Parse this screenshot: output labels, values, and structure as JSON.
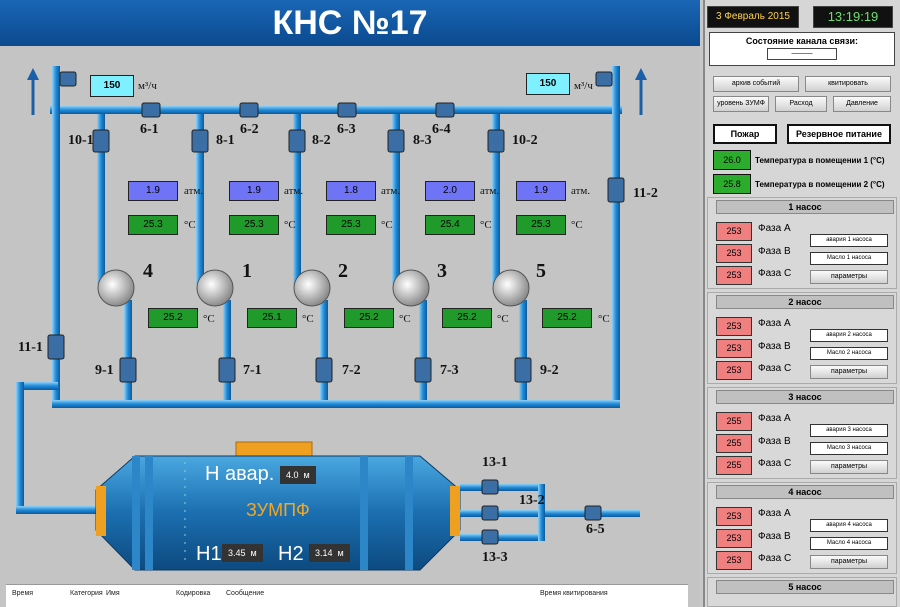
{
  "header": {
    "title": "КНС №17"
  },
  "flow": {
    "left": "150",
    "right": "150",
    "unit": "м³/ч"
  },
  "valves": {
    "v6_1": "6-1",
    "v6_2": "6-2",
    "v6_3": "6-3",
    "v6_4": "6-4",
    "v10_1": "10-1",
    "v8_1": "8-1",
    "v8_2": "8-2",
    "v8_3": "8-3",
    "v10_2": "10-2",
    "v11_2": "11-2",
    "v11_1": "11-1",
    "v9_1": "9-1",
    "v7_1": "7-1",
    "v7_2": "7-2",
    "v7_3": "7-3",
    "v9_2": "9-2",
    "v13_1": "13-1",
    "v13_2": "13-2",
    "v13_3": "13-3",
    "v6_5": "6-5"
  },
  "units": {
    "atm": "атм.",
    "deg": "°C"
  },
  "pumps": [
    {
      "num": "4",
      "pressure": "1.9",
      "temp_top": "25.3",
      "temp_bot": "25.2"
    },
    {
      "num": "1",
      "pressure": "1.9",
      "temp_top": "25.3",
      "temp_bot": "25.1"
    },
    {
      "num": "2",
      "pressure": "1.8",
      "temp_top": "25.3",
      "temp_bot": "25.2"
    },
    {
      "num": "3",
      "pressure": "2.0",
      "temp_top": "25.4",
      "temp_bot": "25.2"
    },
    {
      "num": "5",
      "pressure": "1.9",
      "temp_top": "25.3",
      "temp_bot": "25.2"
    }
  ],
  "tank": {
    "h_alarm_label": "Н авар.",
    "h_alarm_value": "4.0",
    "unit": "м",
    "name": "ЗУМПФ",
    "h1_label": "Н1",
    "h1_value": "3.45",
    "h2_label": "Н2",
    "h2_value": "3.14"
  },
  "log": {
    "columns": [
      "Время",
      "Категория",
      "Имя",
      "Кодировка",
      "Сообщение",
      "Время квитирования"
    ]
  },
  "panel": {
    "date": "3 Февраль 2015",
    "time": "13:19:19",
    "link_title": "Состояние канала связи:",
    "link_value": "———",
    "buttons": [
      "архив событий",
      "квитировать",
      "уровень ЗУМФ",
      "Расход",
      "Давление"
    ],
    "fire": "Пожар",
    "reserve": "Резервное питание",
    "room_temps": [
      {
        "value": "26.0",
        "label": "Температура в помещении 1  (°С)"
      },
      {
        "value": "25.8",
        "label": "Температура в помещении 2 (°С)"
      }
    ],
    "pump_sections": [
      {
        "title": "1 насос",
        "phases": [
          {
            "v": "253",
            "l": "Фаза А"
          },
          {
            "v": "253",
            "l": "Фаза В"
          },
          {
            "v": "253",
            "l": "Фаза С"
          }
        ],
        "alarm": "авария 1 насоса",
        "oil": "Масло 1 насоса",
        "params": "параметры"
      },
      {
        "title": "2 насос",
        "phases": [
          {
            "v": "253",
            "l": "Фаза А"
          },
          {
            "v": "253",
            "l": "Фаза В"
          },
          {
            "v": "253",
            "l": "Фаза С"
          }
        ],
        "alarm": "авария 2 насоса",
        "oil": "Масло 2 насоса",
        "params": "параметры"
      },
      {
        "title": "3 насос",
        "phases": [
          {
            "v": "255",
            "l": "Фаза А"
          },
          {
            "v": "255",
            "l": "Фаза В"
          },
          {
            "v": "255",
            "l": "Фаза С"
          }
        ],
        "alarm": "авария 3 насоса",
        "oil": "Масло 3 насоса",
        "params": "параметры"
      },
      {
        "title": "4 насос",
        "phases": [
          {
            "v": "253",
            "l": "Фаза А"
          },
          {
            "v": "253",
            "l": "Фаза В"
          },
          {
            "v": "253",
            "l": "Фаза С"
          }
        ],
        "alarm": "авария 4 насоса",
        "oil": "Масло 4 насоса",
        "params": "параметры"
      },
      {
        "title": "5 насос",
        "phases": [],
        "alarm": "",
        "oil": "",
        "params": ""
      }
    ]
  }
}
